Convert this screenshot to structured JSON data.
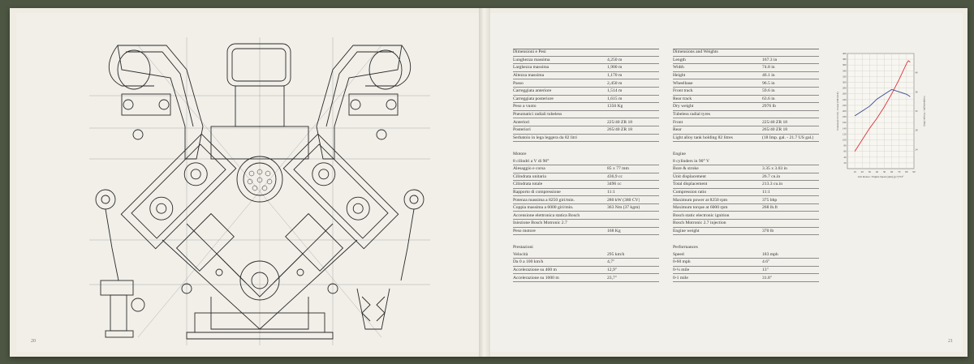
{
  "page_numbers": {
    "left": "20",
    "right": "21"
  },
  "italian": {
    "rows": [
      {
        "label": "Dimensioni e Pesi",
        "value": "",
        "kind": "head"
      },
      {
        "label": "Lunghezza massima",
        "value": "4,250 m"
      },
      {
        "label": "Larghezza massima",
        "value": "1,900 m"
      },
      {
        "label": "Altezza massima",
        "value": "1,170 m"
      },
      {
        "label": "Passo",
        "value": "2,450 m"
      },
      {
        "label": "Carreggiata anteriore",
        "value": "1,514 m"
      },
      {
        "label": "Carreggiata posteriore",
        "value": "1,615 m"
      },
      {
        "label": "Peso a vuoto",
        "value": "1350 Kg"
      },
      {
        "label": "Pneumatici radiali tubeless",
        "value": ""
      },
      {
        "label": "Anteriori",
        "value": "225/40 ZR 18"
      },
      {
        "label": "Posteriori",
        "value": "265/40 ZR 18"
      },
      {
        "label": "Serbatoio in lega leggera da 82 litri",
        "value": ""
      },
      {
        "label": "",
        "value": "",
        "kind": "blank"
      },
      {
        "label": "Motore",
        "value": "",
        "kind": "nosep"
      },
      {
        "label": "8 cilindri a V di 90°",
        "value": ""
      },
      {
        "label": "Alesaggio e corsa",
        "value": "85 x 77 mm"
      },
      {
        "label": "Cilindrata unitaria",
        "value": "436,9 cc"
      },
      {
        "label": "Cilindrata totale",
        "value": "3496 cc"
      },
      {
        "label": "Rapporto di compressione",
        "value": "11:1"
      },
      {
        "label": "Potenza massima a 8250 giri/min.",
        "value": "280 kW (380 CV)"
      },
      {
        "label": "Coppia massima a 6000 giri/min.",
        "value": "363 Nm (37 kgm)"
      },
      {
        "label": "Accensione elettronica statica Bosch",
        "value": ""
      },
      {
        "label": "Iniezione Bosch Motronic 2.7",
        "value": ""
      },
      {
        "label": "Peso motore",
        "value": "168 Kg"
      },
      {
        "label": "",
        "value": "",
        "kind": "blank"
      },
      {
        "label": "Prestazioni",
        "value": "",
        "kind": "nosep"
      },
      {
        "label": "Velocità",
        "value": "295 km/h"
      },
      {
        "label": "Da 0 a 100 km/h",
        "value": "4,7\""
      },
      {
        "label": "Accelerazione su 400 m",
        "value": "12,9\""
      },
      {
        "label": "Accelerazione su 1000 m",
        "value": "23,7\""
      }
    ]
  },
  "english": {
    "rows": [
      {
        "label": "Dimensions and Weights",
        "value": "",
        "kind": "head"
      },
      {
        "label": "Length",
        "value": "167.3 in"
      },
      {
        "label": "Width",
        "value": "74.8 in"
      },
      {
        "label": "Height",
        "value": "46.1 in"
      },
      {
        "label": "Wheelbase",
        "value": "96.5 in"
      },
      {
        "label": "Front track",
        "value": "59.6 in"
      },
      {
        "label": "Rear track",
        "value": "63.6 in"
      },
      {
        "label": "Dry weight",
        "value": "2976 lb"
      },
      {
        "label": "Tubeless radial tyres",
        "value": ""
      },
      {
        "label": "Front",
        "value": "225/40 ZR 18"
      },
      {
        "label": "Rear",
        "value": "265/40 ZR 18"
      },
      {
        "label": "Light alloy tank holding 82 litres",
        "value": "(18 Imp. gal. - 21.7 US gal.)"
      },
      {
        "label": "",
        "value": "",
        "kind": "blank"
      },
      {
        "label": "Engine",
        "value": "",
        "kind": "nosep"
      },
      {
        "label": "8 cylinders in 90° V",
        "value": ""
      },
      {
        "label": "Bore & stroke",
        "value": "3.35 x 3.03 in"
      },
      {
        "label": "Unit displacement",
        "value": "26.7 cu.in"
      },
      {
        "label": "Total displacement",
        "value": "213.3 cu.in"
      },
      {
        "label": "Compression ratio",
        "value": "11:1"
      },
      {
        "label": "Maximum power at 8250 rpm",
        "value": "375 bhp"
      },
      {
        "label": "Maximum torque at 6000 rpm",
        "value": "268 lb.ft"
      },
      {
        "label": "Bosch static electronic ignition",
        "value": ""
      },
      {
        "label": "Bosch Motronic 2.7 injection",
        "value": ""
      },
      {
        "label": "Engine weight",
        "value": "370 lb"
      },
      {
        "label": "",
        "value": "",
        "kind": "blank"
      },
      {
        "label": "Performances",
        "value": "",
        "kind": "nosep"
      },
      {
        "label": "Speed",
        "value": "183 mph"
      },
      {
        "label": "0-60 mph",
        "value": "4.6\""
      },
      {
        "label": "0-¼ mile",
        "value": "13\""
      },
      {
        "label": "0-1 mile",
        "value": "31.8\""
      }
    ]
  },
  "chart_data": {
    "type": "line",
    "xlabel": "Giri motore / Engine Speed (rpm) (g/1')*10²",
    "ylabel_left": "Potenza (CV-CE) - Power (HP-SAE)",
    "ylabel_right": "Coppia (kgm) - Torque (Nm)",
    "x_ticks": [
      10,
      20,
      30,
      40,
      50,
      60,
      70,
      80,
      90
    ],
    "xlim": [
      0,
      90
    ],
    "y_ticks_left": [
      20,
      40,
      60,
      80,
      100,
      120,
      140,
      160,
      180,
      200,
      220,
      240,
      260,
      280,
      300,
      320,
      340,
      360,
      380,
      400
    ],
    "ylim_left": [
      0,
      400
    ],
    "y_ticks_right": [
      24,
      28,
      32,
      36,
      40
    ],
    "ylim_right": [
      20,
      44
    ],
    "series": [
      {
        "axis": "left",
        "color": "#e0303a",
        "x": [
          10,
          20,
          30,
          40,
          50,
          60,
          70,
          80,
          82.5,
          85
        ],
        "y": [
          60,
          100,
          140,
          175,
          215,
          260,
          310,
          365,
          375,
          370
        ]
      },
      {
        "axis": "right",
        "color": "#3a4a8c",
        "x": [
          10,
          20,
          30,
          40,
          50,
          60,
          70,
          80,
          85
        ],
        "y": [
          31,
          32,
          33,
          34.5,
          35.5,
          36.5,
          36,
          35.5,
          35
        ]
      }
    ]
  }
}
